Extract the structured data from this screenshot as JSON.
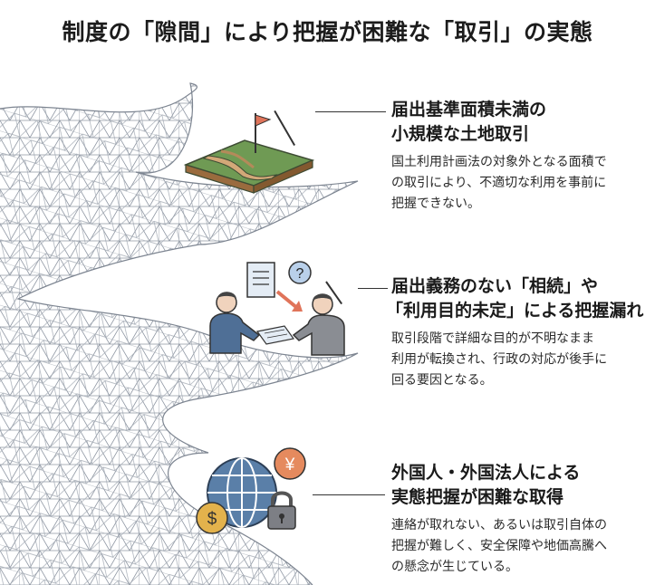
{
  "title": "制度の「隙間」により把握が困難な「取引」の実態",
  "items": [
    {
      "heading_line1": "届出基準面積未満の",
      "heading_line2": "小規模な土地取引",
      "body_line1": "国土利用計画法の対象外となる面積で",
      "body_line2": "の取引により、不適切な利用を事前に",
      "body_line3": "把握できない。",
      "icon": "land-parcel-flag-icon"
    },
    {
      "heading_line1": "届出義務のない「相続」や",
      "heading_line2": "「利用目的未定」による把握漏れ",
      "body_line1": "取引段階で詳細な目的が不明なまま",
      "body_line2": "利用が転換され、行政の対応が後手に",
      "body_line3": "回る要因となる。",
      "icon": "people-handing-document-icon"
    },
    {
      "heading_line1": "外国人・外国法人による",
      "heading_line2": "実態把握が困難な取得",
      "body_line1": "連絡が取れない、あるいは取引自体の",
      "body_line2": "把握が難しく、安全保障や地価高騰へ",
      "body_line3": "の懸念が生じている。",
      "icon": "globe-currency-lock-icon"
    }
  ],
  "icons": {
    "yen": "¥",
    "dollar": "$",
    "question": "?"
  },
  "colors": {
    "mesh": "#8f97a3",
    "grass": "#6f9a54",
    "soil": "#b48a5a",
    "flag": "#e0745a",
    "person_blue": "#4f6f96",
    "person_gray": "#8a8d93",
    "globe": "#5a7fa8",
    "coin_gold": "#e3b24c",
    "coin_orange": "#e58a5e",
    "lock": "#7d7f85"
  }
}
